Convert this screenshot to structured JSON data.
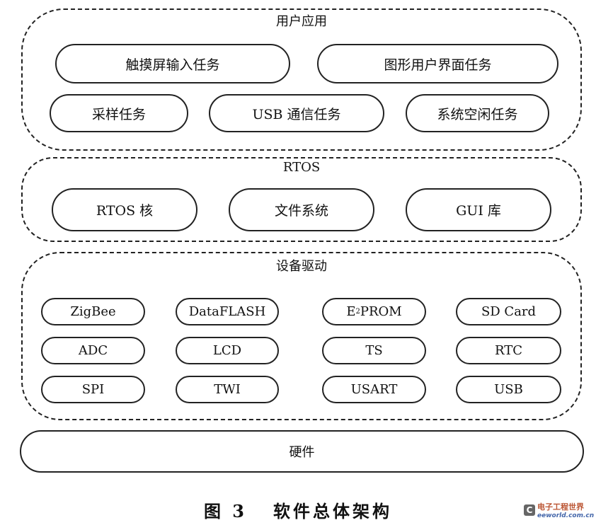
{
  "layers": {
    "user_app": {
      "title": "用户应用",
      "tasks": [
        "触摸屏输入任务",
        "图形用户界面任务",
        "采样任务",
        "USB 通信任务",
        "系统空闲任务"
      ]
    },
    "rtos": {
      "title": "RTOS",
      "items": [
        "RTOS 核",
        "文件系统",
        "GUI 库"
      ]
    },
    "drivers": {
      "title": "设备驱动",
      "items": [
        "ZigBee",
        "DataFLASH",
        "PROM",
        "SD Card",
        "ADC",
        "LCD",
        "TS",
        "RTC",
        "SPI",
        "TWI",
        "USART",
        "USB"
      ],
      "e2_prefix": "E",
      "e2_sup": "2"
    },
    "hardware": {
      "title": "硬件"
    }
  },
  "caption": "图 3   软件总体架构",
  "watermark": {
    "name": "电子工程世界",
    "url": "eeworld.com.cn"
  }
}
